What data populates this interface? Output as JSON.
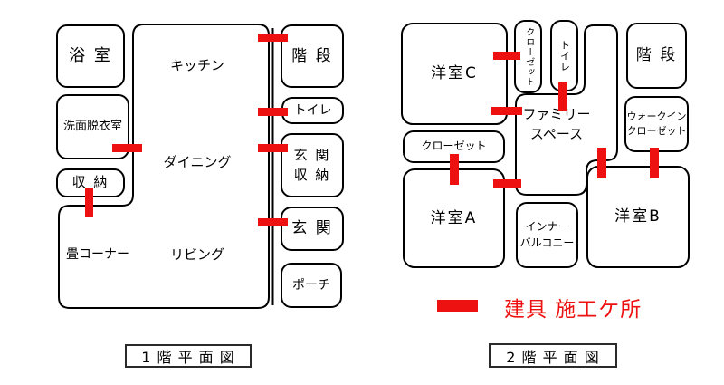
{
  "floor1": {
    "caption": "1 階 平 面 図",
    "rooms": {
      "bath": "浴 室",
      "washroom": "洗面脱衣室",
      "storage": "収 納",
      "kitchen": "キッチン",
      "dining": "ダイニング",
      "living": "リビング",
      "tatami": "畳コーナー",
      "stairs": "階 段",
      "toilet": "トイレ",
      "entry_storage": "玄 関\n収 納",
      "entrance": "玄 関",
      "porch": "ポーチ"
    }
  },
  "floor2": {
    "caption": "2 階 平 面 図",
    "rooms": {
      "room_c": "洋室C",
      "closet_top": "クローゼット",
      "toilet": "トイレ",
      "stairs": "階 段",
      "family_space": "ファミリー\nスペース",
      "walk_in_closet": "ウォークイン\nクローゼット",
      "closet_left": "クローゼット",
      "room_a": "洋室A",
      "inner_balcony": "インナー\nバルコニー",
      "room_b": "洋室B"
    }
  },
  "legend": {
    "label": "建具 施工ケ所",
    "marker_color": "#ee1111",
    "line_color": "#000000"
  }
}
